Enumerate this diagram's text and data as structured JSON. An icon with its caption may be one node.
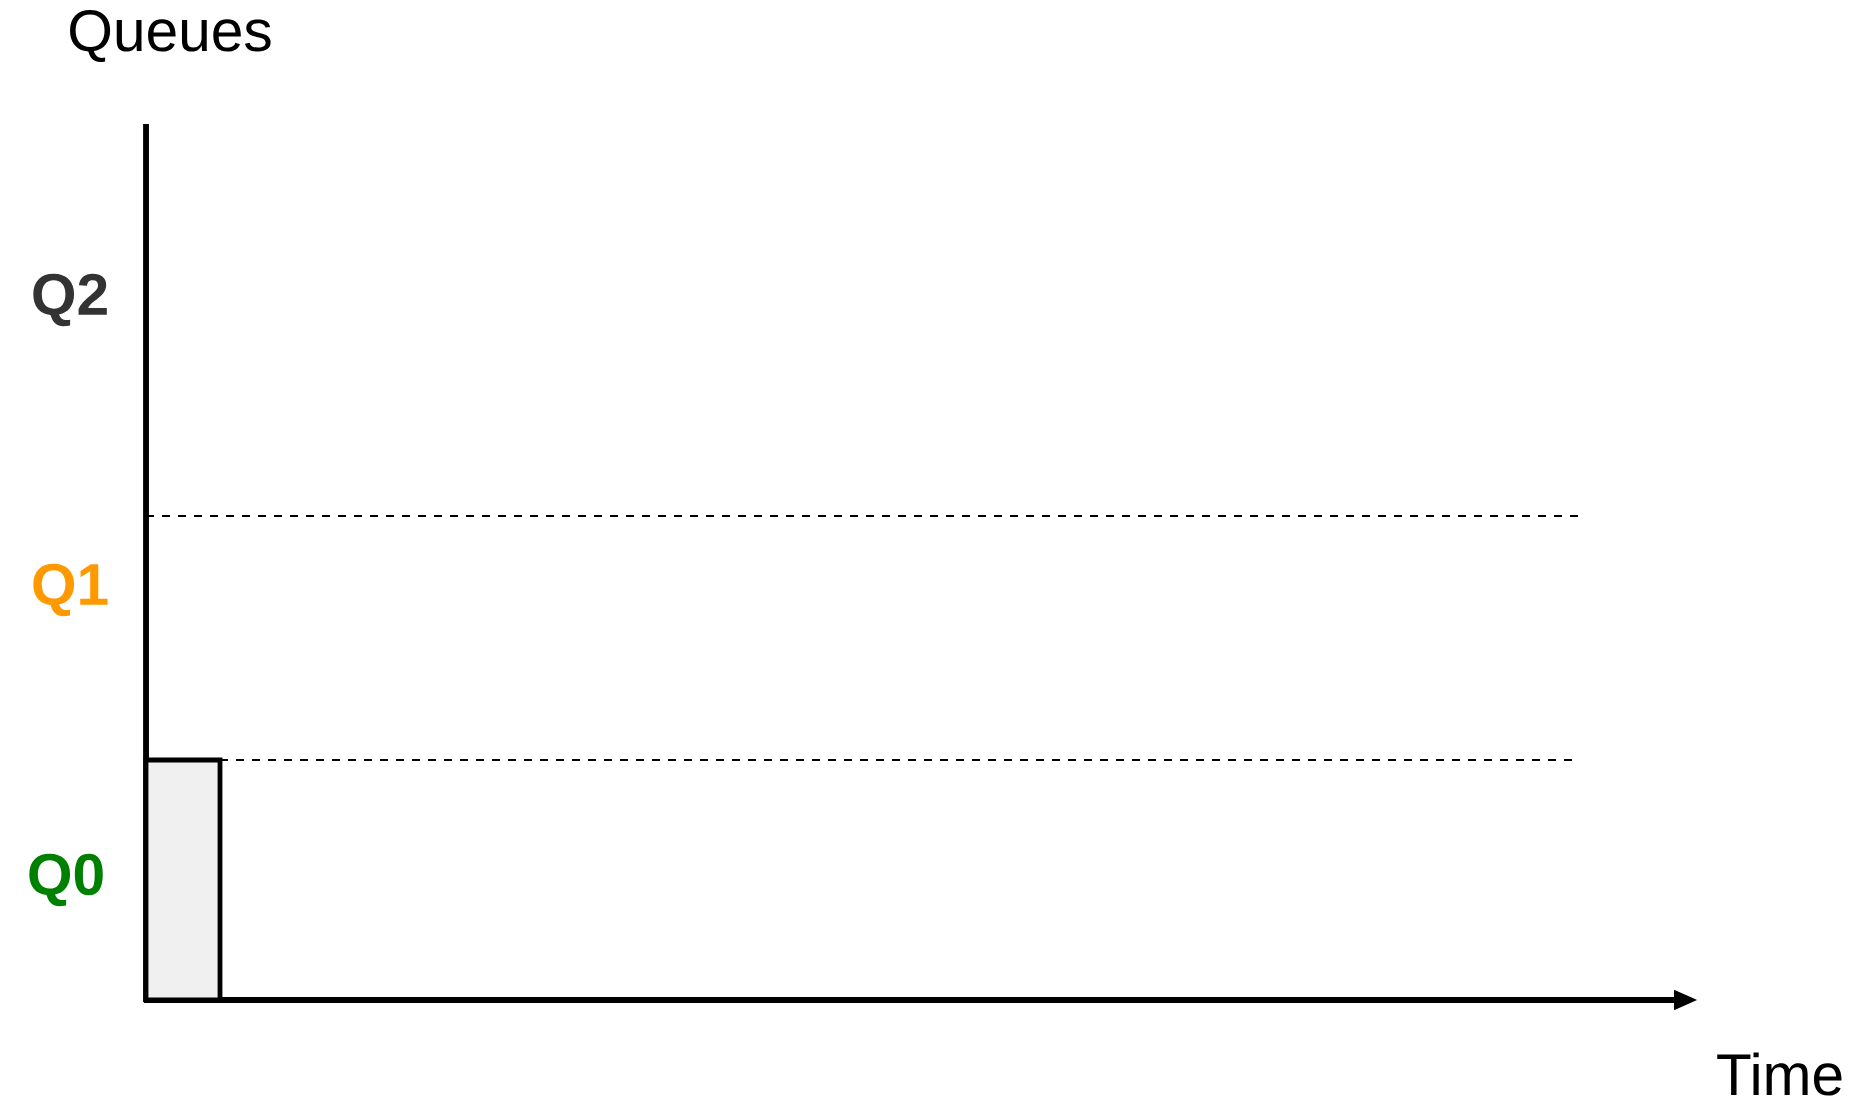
{
  "diagram": {
    "nodes": [
      {
        "text": [],
        "shape": "bar"
      }
    ],
    "labels": [
      "Queues",
      "Q2",
      "Q1",
      "Q0",
      "Time"
    ]
  }
}
